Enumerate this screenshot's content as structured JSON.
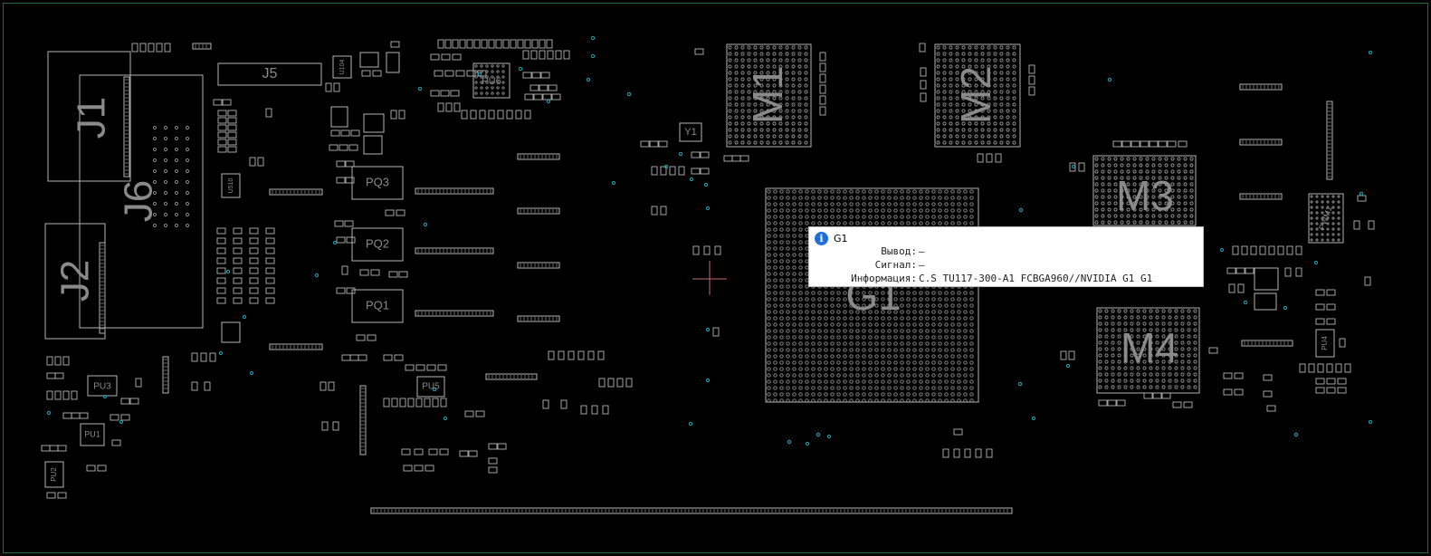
{
  "components": {
    "J1": "J1",
    "J2": "J2",
    "J5": "J5",
    "J6": "J6",
    "M1": "M1",
    "M2": "M2",
    "M3": "M3",
    "M4": "M4",
    "G1": "G1",
    "Y1": "Y1",
    "PU6": "PU6",
    "PQ3": "PQ3",
    "PQ2": "PQ2",
    "PQ1": "PQ1",
    "PU3": "PU3",
    "PU1": "PU1",
    "PU2": "PU2",
    "PU5": "PU5",
    "PU4": "PU4",
    "U104": "U104",
    "U510": "U510",
    "PWM1": "PWM1"
  },
  "tooltip": {
    "title": "G1",
    "rows": [
      {
        "key": "Вывод:",
        "value": "—"
      },
      {
        "key": "Сигнал:",
        "value": "—"
      },
      {
        "key": "Информация:",
        "value": "C.S TU117-300-A1 FCBGA960//NVIDIA G1 G1"
      }
    ]
  },
  "colors": {
    "background": "#000000",
    "outline": "#1d6b3a",
    "part": "#b4b4b4",
    "label": "#8a8a8a",
    "via": "#1aa6b8",
    "cursor": "#c06a6a",
    "info": "#1e6fd9"
  },
  "icons": {
    "tooltip": "info-icon"
  }
}
